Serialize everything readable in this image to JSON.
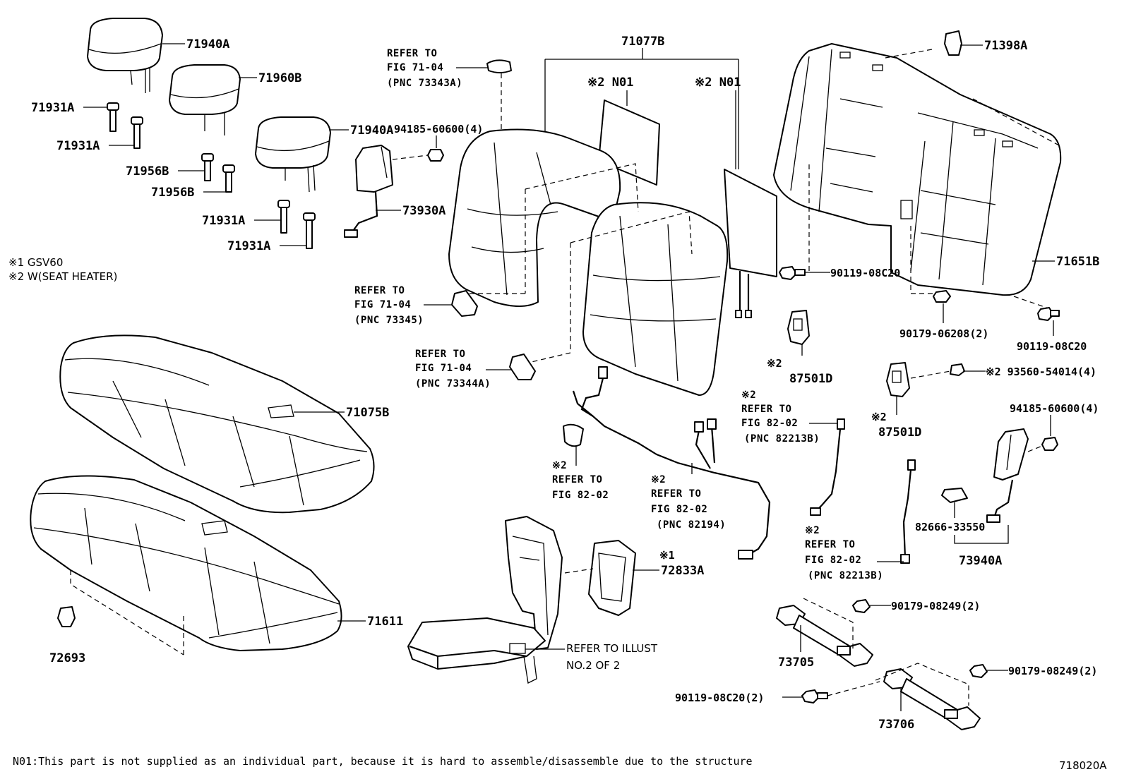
{
  "labels": {
    "hr_71940A_top": "71940A",
    "hr_71960B": "71960B",
    "hr_71940A_mid": "71940A",
    "sup_71931A_1": "71931A",
    "sup_71931A_2": "71931A",
    "sup_71956B_1": "71956B",
    "sup_71956B_2": "71956B",
    "sup_71931A_3": "71931A",
    "sup_71931A_4": "71931A",
    "back_71077B": "71077B",
    "heater_n01_a": "※2 N01",
    "heater_n01_b": "※2 N01",
    "nut_94185_top": "94185-60600(4)",
    "airbag_73930A": "73930A",
    "frame_71398A": "71398A",
    "frame_71651B": "71651B",
    "bolt_90119_a": "90119-08C20",
    "nut_90179_06208": "90179-06208(2)",
    "bolt_90119_b": "90119-08C20",
    "sw_mark_a": "※2",
    "sw_87501D_a": "87501D",
    "sw_mark_b": "※2",
    "sw_87501D_b": "87501D",
    "screw_93560": "※2 93560-54014(4)",
    "nut_94185_right": "94185-60600(4)",
    "cushion_71075B": "71075B",
    "pad_71611": "71611",
    "clip_72693": "72693",
    "arm_mark": "※1",
    "arm_72833A": "72833A",
    "arm_82666": "82666-33550",
    "airbag_73940A": "73940A",
    "nut_90179_08249_a": "90179-08249(2)",
    "hinge_73705": "73705",
    "nut_90179_08249_b": "90179-08249(2)",
    "bolt_90119_08C20_2": "90119-08C20(2)",
    "hinge_73706": "73706"
  },
  "references": {
    "r1": {
      "l1": "REFER TO",
      "l2": "FIG 71-04",
      "l3": "(PNC 73343A)"
    },
    "r2": {
      "l1": "REFER TO",
      "l2": "FIG 71-04",
      "l3": "(PNC 73345)"
    },
    "r3": {
      "l1": "REFER TO",
      "l2": "FIG 71-04",
      "l3": "(PNC 73344A)"
    },
    "r4": {
      "l0": "※2",
      "l1": "REFER TO",
      "l2": "FIG 82-02",
      "l3": "(PNC 82213B)"
    },
    "r5": {
      "l0": "※2",
      "l1": "REFER TO",
      "l2": "FIG 82-02"
    },
    "r6": {
      "l0": "※2",
      "l1": "REFER TO",
      "l2": "FIG 82-02",
      "l3": "(PNC 82194)"
    },
    "r7": {
      "l0": "※2",
      "l1": "REFER TO",
      "l2": "FIG 82-02",
      "l3": "(PNC 82213B)"
    },
    "r8": {
      "l1": "REFER TO ILLUST",
      "l2": "NO.2 OF 2"
    }
  },
  "notes": {
    "n1": "※1 GSV60",
    "n2": "※2 W(SEAT HEATER)"
  },
  "footer": {
    "disclaimer": "N01:This part is not supplied as an individual part, because it is hard to assemble/disassemble due to the structure",
    "figure_id": "718020A"
  }
}
